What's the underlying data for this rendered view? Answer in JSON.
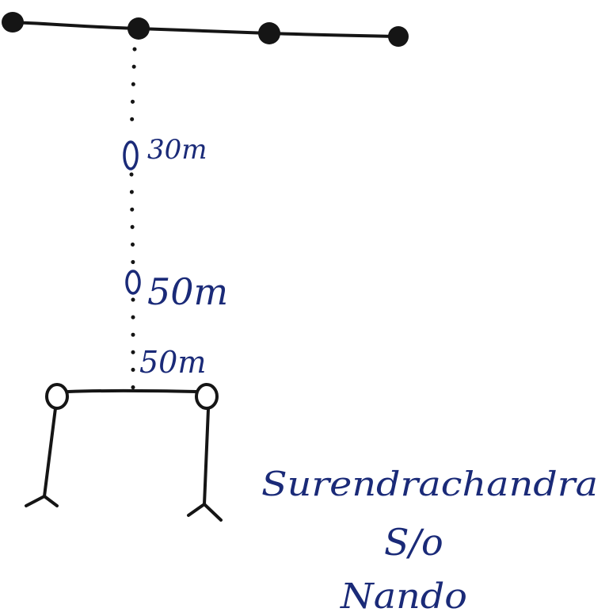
{
  "diagram": {
    "distance_labels": [
      "30m",
      "50m",
      "50m"
    ],
    "caption": [
      "Surendrachandra",
      "S/o",
      "Nando"
    ],
    "colors": {
      "black_ink": "#151515",
      "blue_ink": "#1a2a78"
    }
  }
}
